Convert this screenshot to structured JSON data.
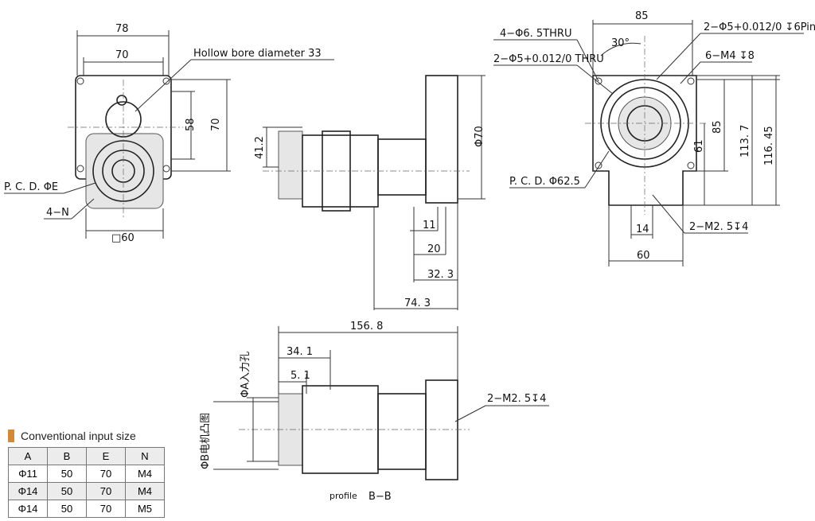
{
  "front_view": {
    "dims": [
      "78",
      "70",
      "58",
      "70",
      "□60"
    ],
    "hollow_bore_label": "Hollow bore diameter 33",
    "pcd_label": "P. C. D. ΦE",
    "n_label": "4−N"
  },
  "side_view": {
    "dims": [
      "41.2",
      "Φ70",
      "11",
      "20",
      "32. 3",
      "74. 3"
    ]
  },
  "rear_view": {
    "dims": [
      "85",
      "30°",
      "85",
      "113. 7",
      "116. 45",
      "61",
      "14",
      "60"
    ],
    "callouts": [
      "4−Φ6. 5THRU",
      "2−Φ5+0.012/0 THRU",
      "2−Φ5+0.012/0 ↧6Pin",
      "6−M4 ↧8",
      "P. C. D. Φ62.5",
      "2−M2. 5↧4"
    ]
  },
  "section_view": {
    "dims": [
      "156. 8",
      "34. 1",
      "5. 1"
    ],
    "input_hole_label": "ΦA入力孔",
    "motor_boss_label": "ΦB电机凸图",
    "callout": "2−M2. 5↧4",
    "profile_label": "profile",
    "section_label": "B−B"
  },
  "input_table": {
    "title": "Conventional input size",
    "accent": "#d08a3a",
    "headers": [
      "A",
      "B",
      "E",
      "N"
    ],
    "rows": [
      [
        "Φ11",
        "50",
        "70",
        "M4"
      ],
      [
        "Φ14",
        "50",
        "70",
        "M4"
      ],
      [
        "Φ14",
        "50",
        "70",
        "M5"
      ]
    ]
  }
}
